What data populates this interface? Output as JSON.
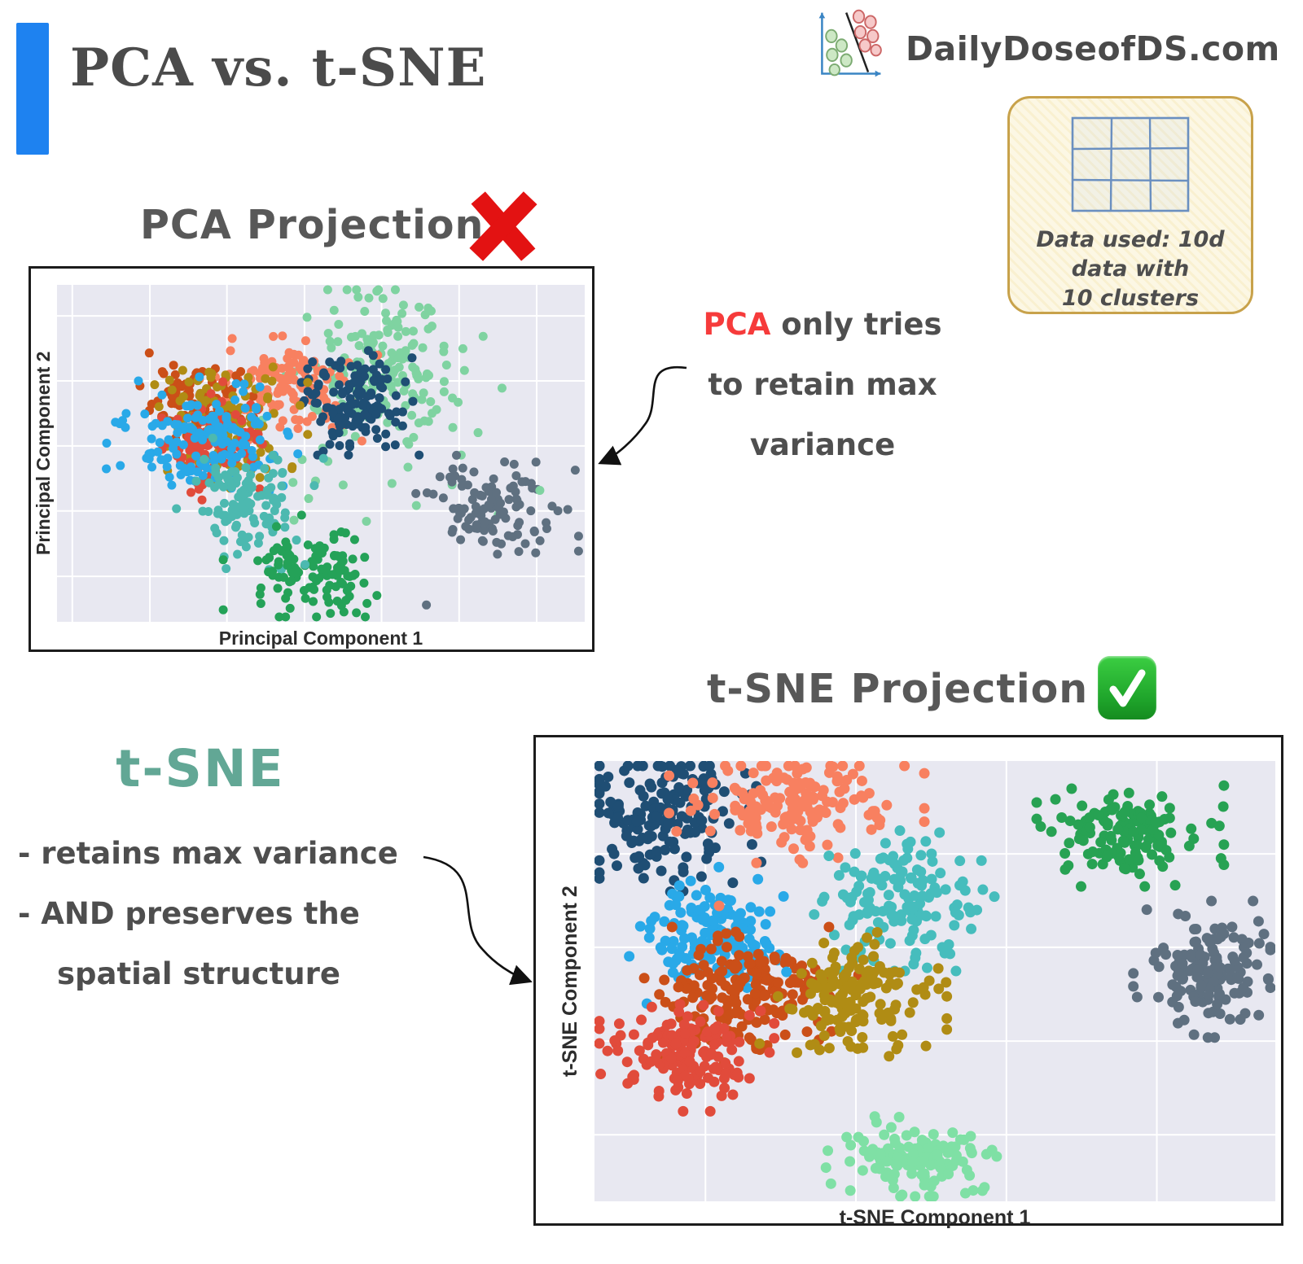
{
  "header": {
    "title": "PCA vs. t-SNE",
    "brand": "DailyDoseofDS.com"
  },
  "colors": {
    "accent_bar": "#1e82f0",
    "heading_gray": "#585858",
    "cross_red": "#e31212",
    "check_green": "#1ea32a",
    "data_box_border": "#c8a24b",
    "tsne_title_teal": "#62a795",
    "annotation_highlight_red": "#f63b3b",
    "plot_background": "#e8e8f1"
  },
  "icons": {
    "logo": "scatter-split-logo-icon",
    "data_box": "grid-3x3-icon",
    "pca": "red-cross-icon",
    "tsne": "green-check-icon"
  },
  "data_box": {
    "line1": "Data used: 10d",
    "line2": "data with",
    "line3": "10 clusters"
  },
  "pca_section": {
    "heading": "PCA Projection",
    "annotation_highlight": "PCA",
    "annotation_line1_rest": " only tries",
    "annotation_line2": "to retain max",
    "annotation_line3": "variance"
  },
  "tsne_section": {
    "heading": "t-SNE Projection",
    "title": "t-SNE",
    "bullet1": "- retains max variance",
    "bullet2": "- AND preserves the",
    "bullet3": "spatial structure"
  },
  "chart_data": [
    {
      "type": "scatter",
      "id": "pca",
      "title": "PCA Projection",
      "xlabel": "Principal Component 1",
      "ylabel": "Principal Component 2",
      "grid": true,
      "legend": "none",
      "point_radius": 5.5,
      "coords_note": "cx,cy,sx,sy are fractions of plot area; y measured from top",
      "grid_x": [
        0.029,
        0.176,
        0.322,
        0.469,
        0.615,
        0.762,
        0.909
      ],
      "grid_y": [
        0.092,
        0.285,
        0.478,
        0.671,
        0.865
      ],
      "clusters": [
        {
          "name": "lightgreen",
          "color": "#7fd3a1",
          "cx": 0.62,
          "cy": 0.24,
          "sx": 0.075,
          "sy": 0.115,
          "n": 150
        },
        {
          "name": "lightgreen-tail",
          "color": "#7fd3a1",
          "cx": 0.63,
          "cy": 0.45,
          "sx": 0.1,
          "sy": 0.13,
          "n": 40
        },
        {
          "name": "salmon",
          "color": "#f88060",
          "cx": 0.44,
          "cy": 0.3,
          "sx": 0.068,
          "sy": 0.068,
          "n": 130
        },
        {
          "name": "navy",
          "color": "#1f4e74",
          "cx": 0.565,
          "cy": 0.35,
          "sx": 0.05,
          "sy": 0.062,
          "n": 140
        },
        {
          "name": "chocolate",
          "color": "#cb4f18",
          "cx": 0.25,
          "cy": 0.345,
          "sx": 0.049,
          "sy": 0.058,
          "n": 90
        },
        {
          "name": "olive",
          "color": "#b08c14",
          "cx": 0.33,
          "cy": 0.4,
          "sx": 0.058,
          "sy": 0.088,
          "n": 130
        },
        {
          "name": "red",
          "color": "#e14b3b",
          "cx": 0.295,
          "cy": 0.475,
          "sx": 0.045,
          "sy": 0.075,
          "n": 90
        },
        {
          "name": "skyblue",
          "color": "#29a9e8",
          "cx": 0.285,
          "cy": 0.465,
          "sx": 0.082,
          "sy": 0.08,
          "n": 150
        },
        {
          "name": "teal",
          "color": "#4cb9b0",
          "cx": 0.36,
          "cy": 0.645,
          "sx": 0.058,
          "sy": 0.08,
          "n": 110
        },
        {
          "name": "green",
          "color": "#24a258",
          "cx": 0.47,
          "cy": 0.845,
          "sx": 0.062,
          "sy": 0.068,
          "n": 120
        },
        {
          "name": "gray",
          "color": "#5f7080",
          "cx": 0.835,
          "cy": 0.655,
          "sx": 0.062,
          "sy": 0.068,
          "n": 110
        }
      ],
      "outliers": [
        {
          "color": "#5f7080",
          "x": 0.7,
          "y": 0.95
        },
        {
          "color": "#4cb9b0",
          "x": 0.47,
          "y": 0.83
        },
        {
          "color": "#7fd3a1",
          "x": 0.915,
          "y": 0.61
        }
      ]
    },
    {
      "type": "scatter",
      "id": "tsne",
      "title": "t-SNE Projection",
      "xlabel": "t-SNE Component 1",
      "ylabel": "t-SNE Component 2",
      "grid": true,
      "legend": "none",
      "point_radius": 6.5,
      "coords_note": "cx,cy,sx,sy are fractions of plot area; y measured from top",
      "grid_x": [
        0.163,
        0.384,
        0.605,
        0.826
      ],
      "grid_y": [
        0.211,
        0.423,
        0.636,
        0.849
      ],
      "clusters": [
        {
          "name": "navy",
          "color": "#1f4e74",
          "cx": 0.099,
          "cy": 0.117,
          "sx": 0.06,
          "sy": 0.072,
          "n": 170
        },
        {
          "name": "salmon",
          "color": "#f88060",
          "cx": 0.297,
          "cy": 0.094,
          "sx": 0.075,
          "sy": 0.055,
          "n": 160
        },
        {
          "name": "green",
          "color": "#27a253",
          "cx": 0.787,
          "cy": 0.165,
          "sx": 0.055,
          "sy": 0.048,
          "n": 140
        },
        {
          "name": "teal",
          "color": "#46bdbd",
          "cx": 0.452,
          "cy": 0.307,
          "sx": 0.055,
          "sy": 0.068,
          "n": 150
        },
        {
          "name": "skyblue",
          "color": "#29a9e8",
          "cx": 0.176,
          "cy": 0.396,
          "sx": 0.05,
          "sy": 0.062,
          "n": 150
        },
        {
          "name": "chocolate",
          "color": "#cb4f18",
          "cx": 0.216,
          "cy": 0.532,
          "sx": 0.06,
          "sy": 0.062,
          "n": 170
        },
        {
          "name": "chocolate-arm",
          "color": "#cb4f18",
          "cx": 0.295,
          "cy": 0.5,
          "sx": 0.038,
          "sy": 0.026,
          "n": 25
        },
        {
          "name": "olive",
          "color": "#b08c14",
          "cx": 0.38,
          "cy": 0.534,
          "sx": 0.055,
          "sy": 0.058,
          "n": 150
        },
        {
          "name": "red",
          "color": "#e14b3b",
          "cx": 0.134,
          "cy": 0.658,
          "sx": 0.052,
          "sy": 0.055,
          "n": 150
        },
        {
          "name": "gray",
          "color": "#5f7080",
          "cx": 0.904,
          "cy": 0.473,
          "sx": 0.045,
          "sy": 0.062,
          "n": 140
        },
        {
          "name": "aquamarine",
          "color": "#7fe0a5",
          "cx": 0.47,
          "cy": 0.908,
          "sx": 0.052,
          "sy": 0.042,
          "n": 130
        }
      ],
      "outliers": [
        {
          "color": "#f88060",
          "x": 0.152,
          "y": 0.1
        },
        {
          "color": "#f88060",
          "x": 0.183,
          "y": 0.329
        },
        {
          "color": "#29a9e8",
          "x": 0.282,
          "y": 0.479
        }
      ]
    }
  ]
}
